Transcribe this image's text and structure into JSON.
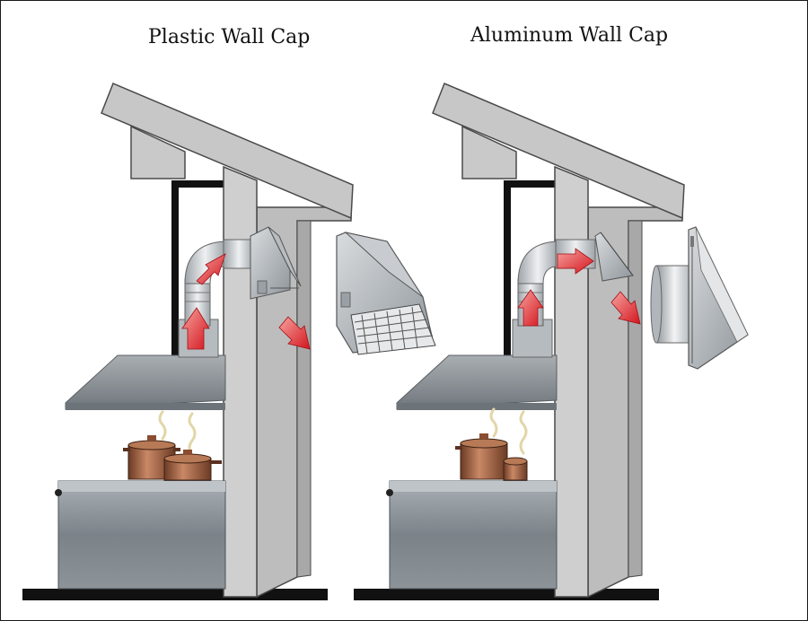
{
  "titles": {
    "left": "Plastic Wall Cap",
    "right": "Aluminum Wall Cap"
  },
  "panels": [
    {
      "name": "plastic-wall-cap",
      "cap_type": "plastic",
      "pots": 2
    },
    {
      "name": "aluminum-wall-cap",
      "cap_type": "aluminum",
      "pots": 2
    }
  ],
  "colors": {
    "wall": "#c9c9c9",
    "wall_shadow": "#a9a9a9",
    "outline": "#4a4a4a",
    "hood": "#8f969b",
    "duct": "#c8ccd0",
    "arrow": "#e3262b",
    "copper": "#9a5a3c",
    "cabinet": "#8c9399",
    "floor": "#111111",
    "steam": "#e2d6a8"
  }
}
